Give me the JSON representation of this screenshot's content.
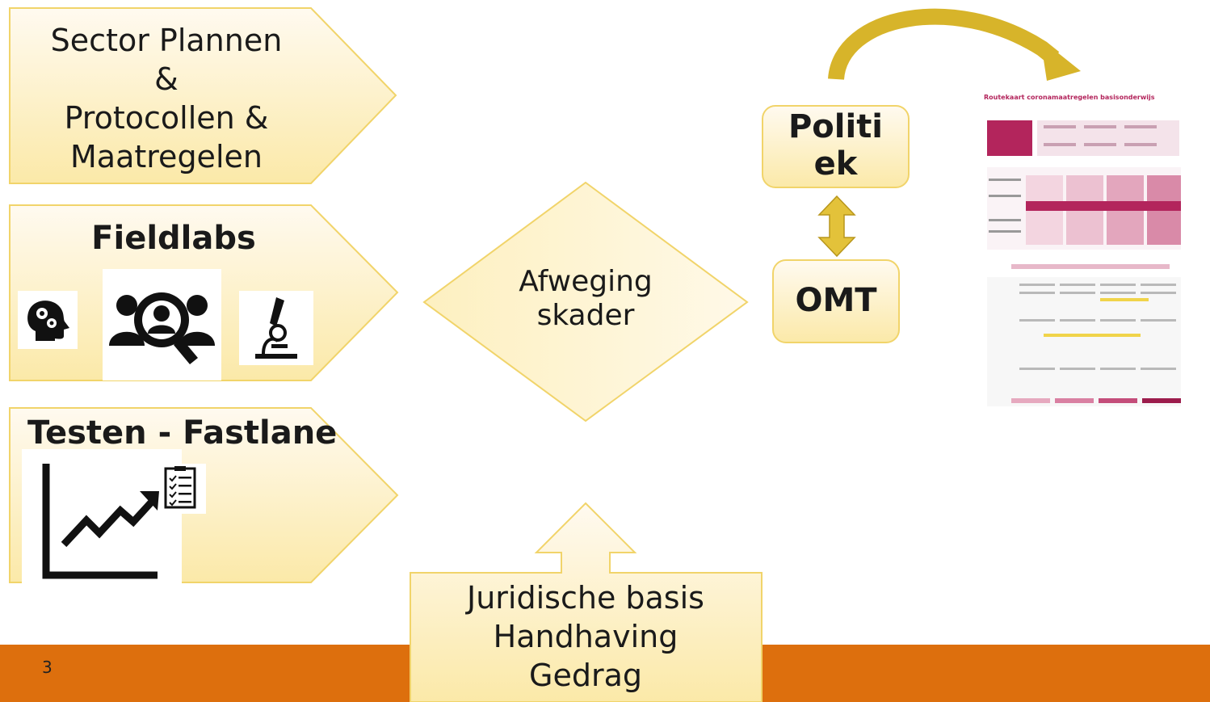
{
  "page_number": "3",
  "chevrons": {
    "sector": {
      "lines": [
        "Sector Plannen",
        "&",
        "Protocollen &",
        "Maatregelen"
      ]
    },
    "fieldlabs": {
      "title": "Fieldlabs",
      "icons": [
        "head-gears-icon",
        "people-magnifier-icon",
        "microscope-icon"
      ]
    },
    "testen": {
      "title": "Testen - Fastlane",
      "icons": [
        "trend-chart-icon",
        "checklist-icon"
      ]
    }
  },
  "diamond": {
    "lines": [
      "Afweging",
      "skader"
    ]
  },
  "juridische": {
    "lines": [
      "Juridische basis",
      "Handhaving",
      "Gedrag"
    ]
  },
  "politiek": {
    "lines": [
      "Politi",
      "ek"
    ]
  },
  "omt": {
    "label": "OMT"
  },
  "document_preview": {
    "title": "Routekaart coronamaatregelen basisonderwijs"
  },
  "colors": {
    "box_fill": "#fdf3c8",
    "box_border": "#f1d46a",
    "footer": "#dd6f0d",
    "arrow_gold": "#d7b42a",
    "doc_accent": "#b3255c"
  }
}
